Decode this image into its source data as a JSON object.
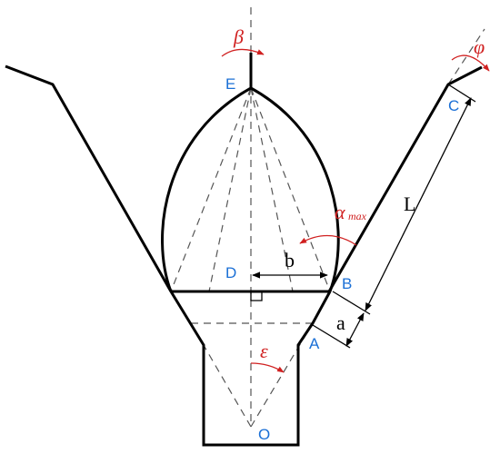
{
  "colors": {
    "point_label": "#1a6fd6",
    "angle_label": "#d02020",
    "line": "#000000"
  },
  "points": {
    "E": "E",
    "C": "C",
    "D": "D",
    "B": "B",
    "A": "A",
    "O": "O"
  },
  "dimensions": {
    "b": "b",
    "L": "L",
    "a": "a"
  },
  "angles": {
    "beta": "β",
    "phi": "φ",
    "alpha_main": "α",
    "alpha_sub": "max",
    "epsilon": "ε"
  }
}
